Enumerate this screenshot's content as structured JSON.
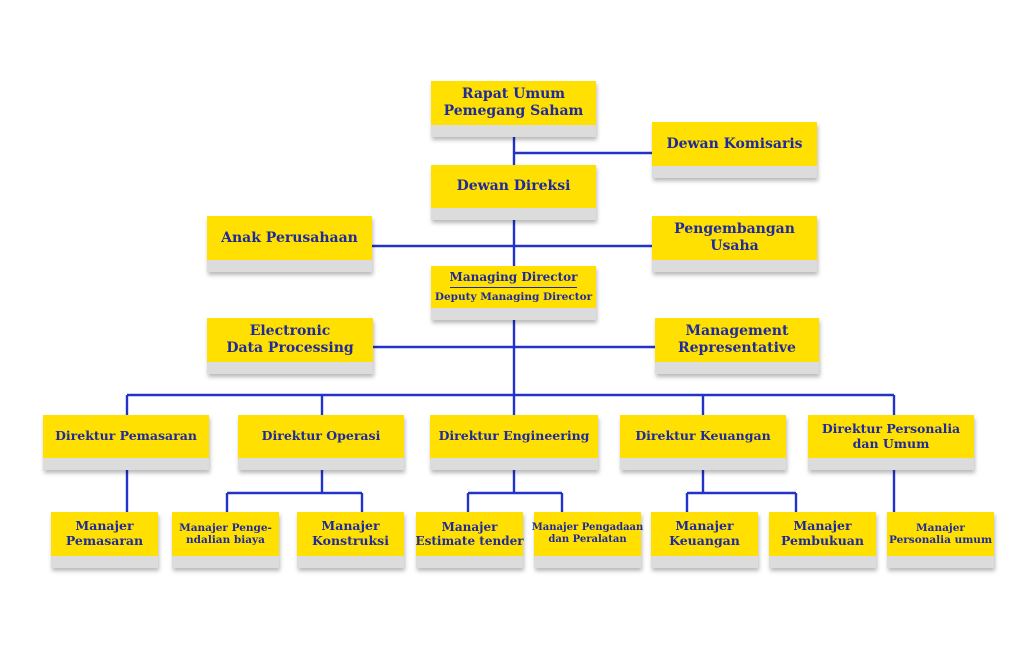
{
  "colors": {
    "box_fill": "#ffe000",
    "box_text": "#1f2a9c",
    "connector": "#2233c8",
    "box_base": "#dcdcdc"
  },
  "org": {
    "rups": [
      "Rapat Umum",
      "Pemegang Saham"
    ],
    "dewan_komisaris": [
      "Dewan Komisaris"
    ],
    "dewan_direksi": [
      "Dewan Direksi"
    ],
    "anak_perusahaan": [
      "Anak Perusahaan"
    ],
    "pengembangan_usaha": [
      "Pengembangan",
      "Usaha"
    ],
    "managing_director": "Managing Director",
    "deputy_managing_director": "Deputy Managing Director",
    "edp": [
      "Electronic",
      "Data Processing"
    ],
    "management_rep": [
      "Management",
      "Representative"
    ],
    "direktur_pemasaran": [
      "Direktur Pemasaran"
    ],
    "direktur_operasi": [
      "Direktur Operasi"
    ],
    "direktur_engineering": [
      "Direktur Engineering"
    ],
    "direktur_keuangan": [
      "Direktur Keuangan"
    ],
    "direktur_personalia": [
      "Direktur Personalia",
      "dan Umum"
    ],
    "manajer_pemasaran": [
      "Manajer",
      "Pemasaran"
    ],
    "manajer_pengendalian_biaya": [
      "Manajer Penge-",
      "ndalian biaya"
    ],
    "manajer_konstruksi": [
      "Manajer",
      "Konstruksi"
    ],
    "manajer_estimate_tender": [
      "Manajer",
      "Estimate tender"
    ],
    "manajer_pengadaan": [
      "Manajer Pengadaan",
      "dan Peralatan"
    ],
    "manajer_keuangan": [
      "Manajer",
      "Keuangan"
    ],
    "manajer_pembukuan": [
      "Manajer",
      "Pembukuan"
    ],
    "manajer_personalia": [
      "Manajer",
      "Personalia umum"
    ]
  }
}
